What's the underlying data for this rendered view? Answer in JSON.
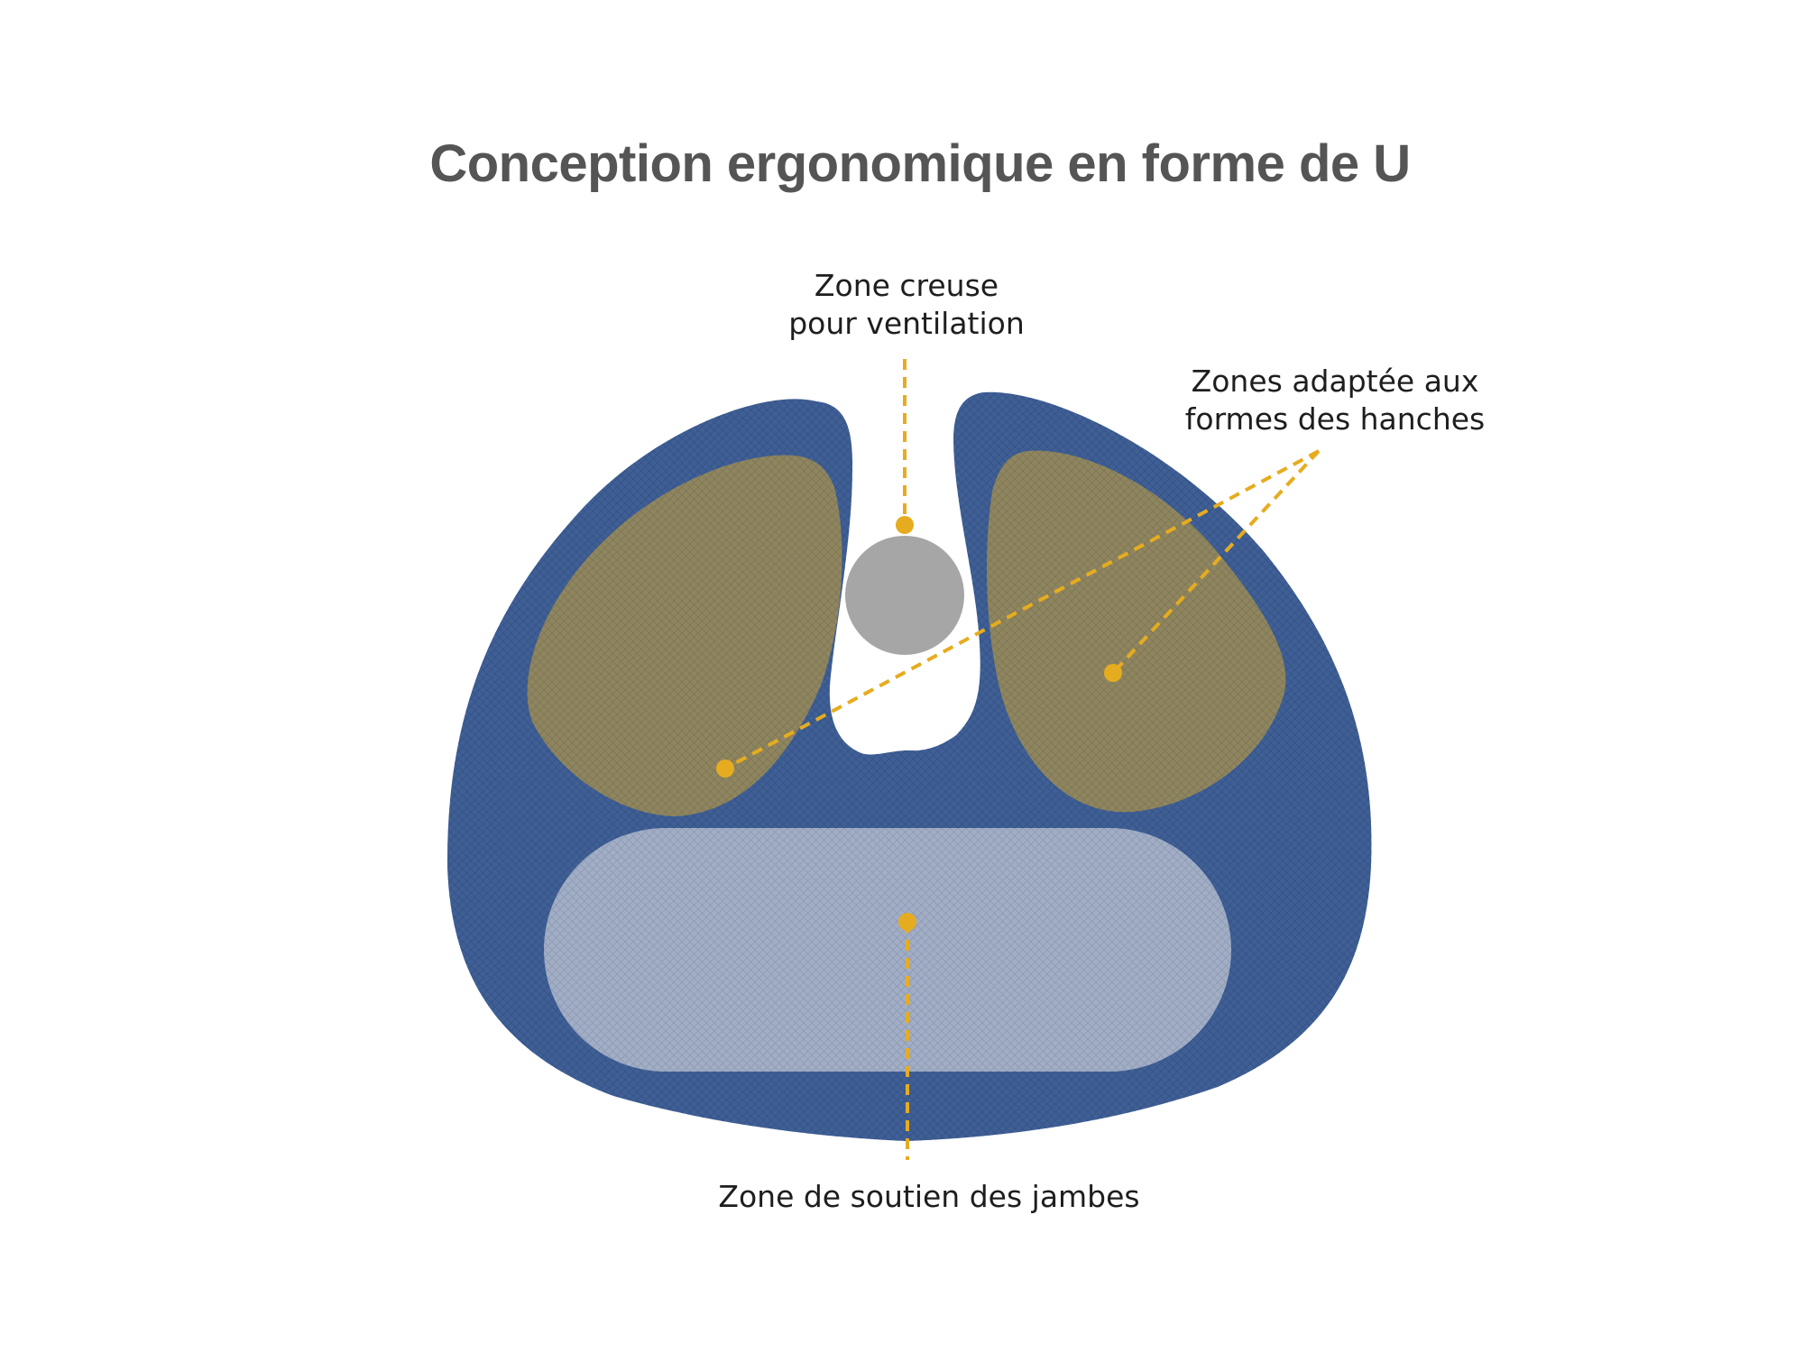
{
  "title": "Conception ergonomique en forme de U",
  "callouts": {
    "ventilation": {
      "line1": "Zone creuse",
      "line2": "pour ventilation"
    },
    "hips": {
      "line1": "Zones adaptée aux",
      "line2": "formes des hanches"
    },
    "legs": {
      "line1": "Zone de soutien des jambes"
    }
  },
  "colors": {
    "cushion": "#3f5f95",
    "hip_zone": "#8f8660",
    "leg_zone": "#b7bfcf",
    "vent_circle": "#a6a6a6",
    "callout_accent": "#e6ac1f",
    "title_text": "#555555"
  }
}
